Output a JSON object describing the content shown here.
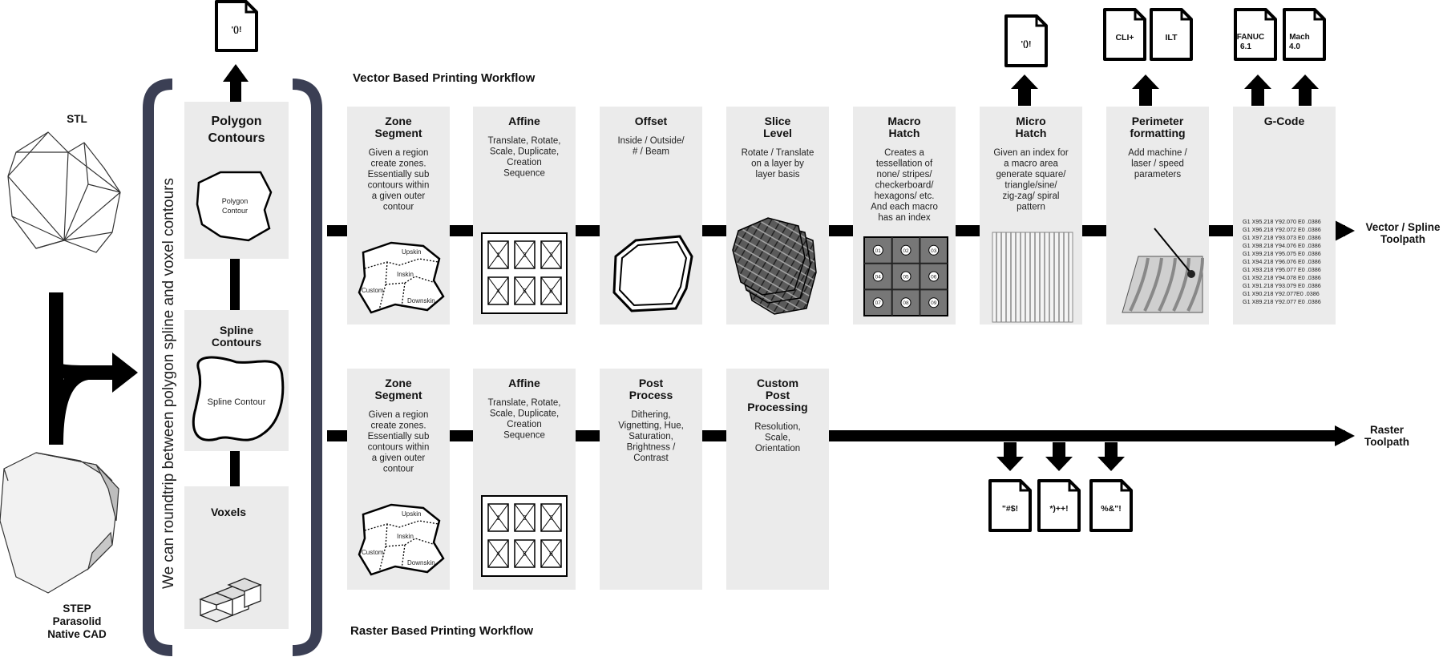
{
  "inputs": {
    "stl_label": "STL",
    "step_lines": [
      "STEP",
      "Parasolid",
      "Native CAD"
    ]
  },
  "side_text": "We can roundtrip between polygon spline  and voxel contours",
  "contours": {
    "polygon": {
      "title": [
        "Polygon",
        "Contours"
      ],
      "shape_label": [
        "Polygon",
        "Contour"
      ],
      "file": "'()!"
    },
    "spline": {
      "title": [
        "Spline",
        "Contours"
      ],
      "shape_label": "Spline Contour"
    },
    "voxels": {
      "title": "Voxels"
    }
  },
  "vector_workflow": {
    "heading": "Vector Based Printing Workflow",
    "output_label": [
      "Vector / Spline",
      "Toolpath"
    ],
    "cards": [
      {
        "id": "zone",
        "title": [
          "Zone",
          "Segment"
        ],
        "desc": [
          "Given a region",
          "create zones.",
          "Essentially sub",
          "contours within",
          "a given outer",
          "contour"
        ]
      },
      {
        "id": "affine",
        "title": [
          "Affine"
        ],
        "desc": [
          "Translate, Rotate,",
          "Scale, Duplicate,",
          "Creation",
          "Sequence"
        ]
      },
      {
        "id": "offset",
        "title": [
          "Offset"
        ],
        "desc": [
          "Inside / Outside/",
          "# / Beam"
        ]
      },
      {
        "id": "slice",
        "title": [
          "Slice",
          "Level"
        ],
        "desc": [
          "Rotate / Translate",
          "on a layer by",
          "layer basis"
        ]
      },
      {
        "id": "macro",
        "title": [
          "Macro",
          "Hatch"
        ],
        "desc": [
          "Creates a",
          "tessellation of",
          "none/ stripes/",
          "checkerboard/",
          "hexagons/ etc.",
          "And each macro",
          "has an index"
        ]
      },
      {
        "id": "micro",
        "title": [
          "Micro",
          "Hatch"
        ],
        "desc": [
          "Given an index for",
          "a macro area",
          "generate square/",
          "triangle/sine/",
          "zig-zag/ spiral",
          "pattern"
        ]
      },
      {
        "id": "perimeter",
        "title": [
          "Perimeter",
          "formatting"
        ],
        "desc": [
          "Add machine /",
          "laser / speed",
          "parameters"
        ]
      },
      {
        "id": "gcode",
        "title": [
          "G-Code"
        ],
        "desc": []
      }
    ],
    "zone_labels": [
      "Upskin",
      "Inskin",
      "Custom",
      "Downskin"
    ],
    "affine_numbers": [
      "1",
      "2",
      "3",
      "4",
      "5",
      "6"
    ],
    "macro_indices": [
      "01",
      "02",
      "03",
      "04",
      "05",
      "06",
      "07",
      "08",
      "09"
    ],
    "gcode_lines": [
      "G1 X95.218 Y92.070 E0 .0386",
      "G1 X96.218 Y92.072 E0 .0386",
      "G1 X97.218 Y93.073 E0 .0386",
      "G1 X98.218 Y94.076 E0 .0386",
      "G1 X99.218 Y95.075 E0 .0386",
      "G1 X94.218 Y96.076 E0 .0386",
      "G1 X93.218 Y95.077 E0 .0386",
      "G1 X92.218 Y94.078 E0 .0386",
      "G1 X91.218 Y93.079 E0 .0386",
      "G1 X90.218 Y92.077E0 .0386",
      "G1 X89.218 Y92.077 E0 .0386"
    ],
    "files": {
      "micro": "'()!",
      "perimeter": [
        "CLI+",
        "ILT"
      ],
      "gcode": [
        [
          "FANUC",
          "6.1"
        ],
        [
          "Mach",
          "4.0"
        ]
      ]
    }
  },
  "raster_workflow": {
    "heading": "Raster Based Printing Workflow",
    "output_label": [
      "Raster",
      "Toolpath"
    ],
    "cards": [
      {
        "id": "zone",
        "title": [
          "Zone",
          "Segment"
        ],
        "desc": [
          "Given a region",
          "create zones.",
          "Essentially sub",
          "contours within",
          "a given outer",
          "contour"
        ]
      },
      {
        "id": "affine",
        "title": [
          "Affine"
        ],
        "desc": [
          "Translate, Rotate,",
          "Scale, Duplicate,",
          "Creation",
          "Sequence"
        ]
      },
      {
        "id": "post",
        "title": [
          "Post",
          "Process"
        ],
        "desc": [
          "Dithering,",
          "Vignetting, Hue,",
          "Saturation,",
          "Brightness /",
          "Contrast"
        ]
      },
      {
        "id": "custom",
        "title": [
          "Custom",
          "Post",
          "Processing"
        ],
        "desc": [
          "Resolution,",
          "Scale,",
          "Orientation"
        ]
      }
    ],
    "files": [
      "\"#$!",
      "*)++!",
      "%&\"!"
    ]
  },
  "colors": {
    "card_bg": "#ebebeb",
    "bracket": "#3b3f54",
    "arrow": "#000000"
  }
}
